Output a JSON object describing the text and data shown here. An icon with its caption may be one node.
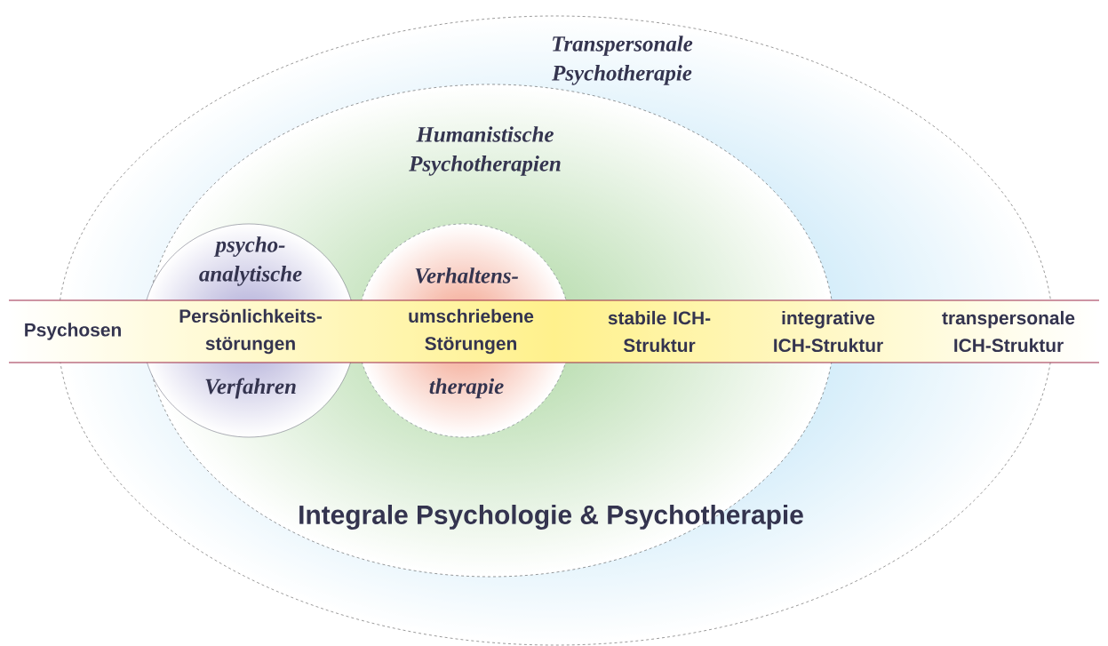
{
  "diagram": {
    "nodes": [
      {
        "text": [
          "Transpersonale Psychotherapie"
        ]
      },
      {
        "text": [
          "Humanistische Psychotherapien"
        ],
        "in": 0
      },
      {
        "text": [
          "psycho- analytische",
          "Verfahren"
        ],
        "in": 1
      },
      {
        "text": [
          "Verhaltens-",
          "therapie"
        ],
        "in": 1
      },
      {
        "text": [],
        "shape": "bar"
      },
      {
        "text": [
          "Psychosen"
        ],
        "in": 4
      },
      {
        "text": [
          "Persönlichkeits- störungen"
        ]
      },
      {
        "text": [
          "umschriebene Störungen"
        ]
      },
      {
        "text": [
          "stabile ICH- Struktur"
        ]
      },
      {
        "text": [
          "integrative ICH-Struktur"
        ],
        "in": 4
      },
      {
        "text": [
          "transpersonale ICH-Struktur"
        ],
        "in": 4
      }
    ],
    "labels": [
      "Integrale Psychologie & Psychotherapie"
    ]
  }
}
